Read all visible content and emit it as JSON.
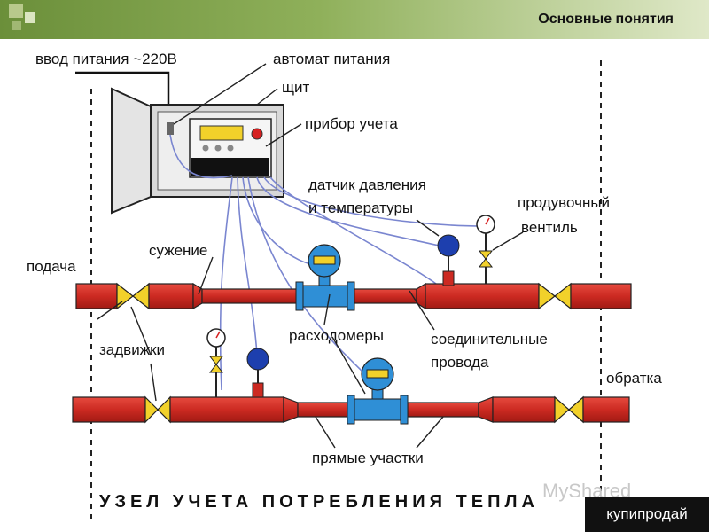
{
  "header": {
    "title": "Основные понятия"
  },
  "labels": {
    "power_input": "ввод питания ~220В",
    "breaker": "автомат питания",
    "panel": "щит",
    "meter": "прибор учета",
    "pressure_temp_sensor_line1": "датчик давления",
    "pressure_temp_sensor_line2": "и температуры",
    "purge_valve_line1": "продувочный",
    "purge_valve_line2": "вентиль",
    "supply": "подача",
    "narrowing": "сужение",
    "gate_valves": "задвижки",
    "flowmeters": "расходомеры",
    "wires_line1": "соединительные",
    "wires_line2": "провода",
    "return": "обратка",
    "straight_sections": "прямые участки"
  },
  "caption": "УЗЕЛ УЧЕТА ПОТРЕБЛЕНИЯ ТЕПЛА",
  "watermark": {
    "brand": "MyShared",
    "site": "купипродай"
  },
  "colors": {
    "pipe": "#cc2a22",
    "valve": "#f2d12a",
    "device_blue": "#2f8fd6",
    "sensor_ball": "#1d3fae",
    "panel_gray": "#d8d8d8",
    "wire": "#7a86d0"
  }
}
